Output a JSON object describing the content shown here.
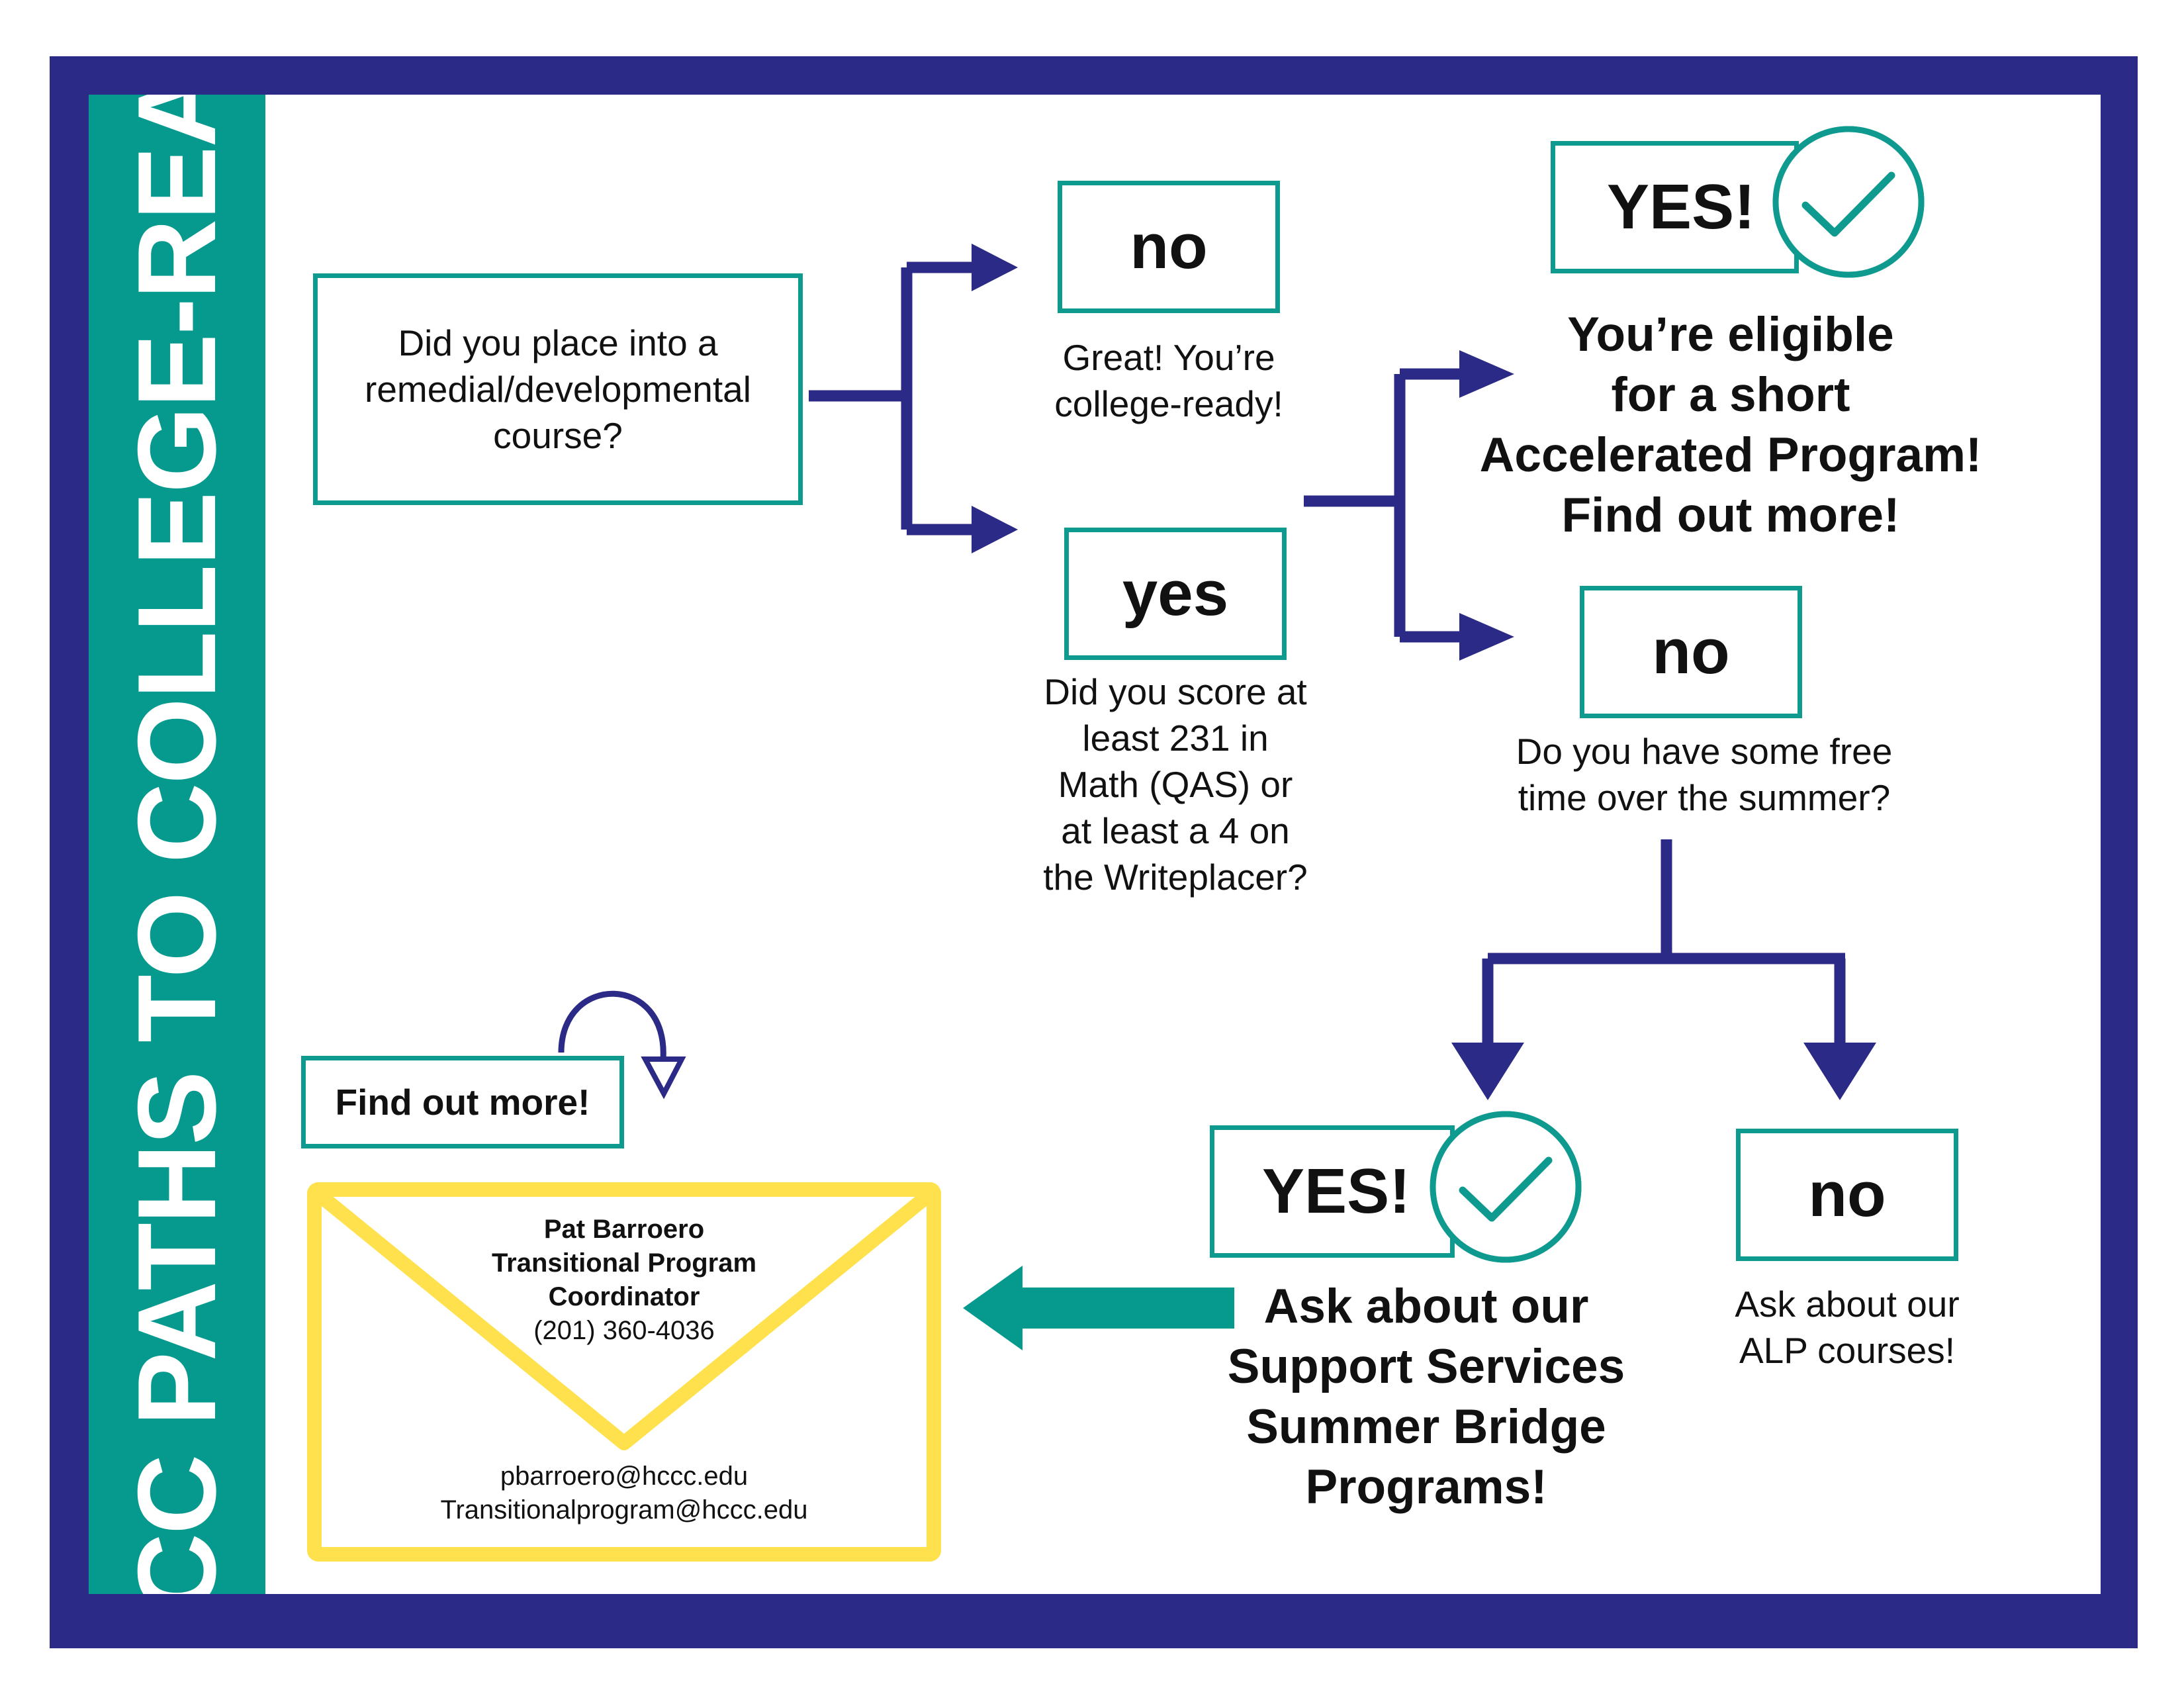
{
  "title": "HCCC PATHS TO COLLEGE-READY",
  "colors": {
    "navy": "#2b2a86",
    "teal": "#069a8e",
    "box_border": "#0f9a8f",
    "envelope": "#ffe14d"
  },
  "start": {
    "question": [
      "Did you place into a",
      "remedial/developmental",
      "course?"
    ]
  },
  "branch_no": {
    "label": "no",
    "text": [
      "Great! You’re",
      "college-ready!"
    ]
  },
  "branch_yes": {
    "label": "yes",
    "text": [
      "Did you score at",
      "least 231 in",
      "Math (QAS) or",
      "at least a 4 on",
      "the Writeplacer?"
    ]
  },
  "score_yes": {
    "label": "YES!",
    "text": [
      "You’re eligible",
      "for a short",
      "Accelerated Program!",
      "Find out more!"
    ]
  },
  "score_no": {
    "label": "no",
    "text": [
      "Do you have some free",
      "time over the summer?"
    ]
  },
  "summer_yes": {
    "label": "YES!",
    "text": [
      "Ask about our",
      "Support Services",
      "Summer Bridge",
      "Programs!"
    ]
  },
  "summer_no": {
    "label": "no",
    "text": [
      "Ask about our",
      "ALP courses!"
    ]
  },
  "find_out_more": "Find out more!",
  "contact": {
    "name": "Pat Barroero",
    "role_line1": "Transitional Program",
    "role_line2": "Coordinator",
    "phone": "(201) 360-4036",
    "email1": "pbarroero@hccc.edu",
    "email2": "Transitionalprogram@hccc.edu"
  }
}
